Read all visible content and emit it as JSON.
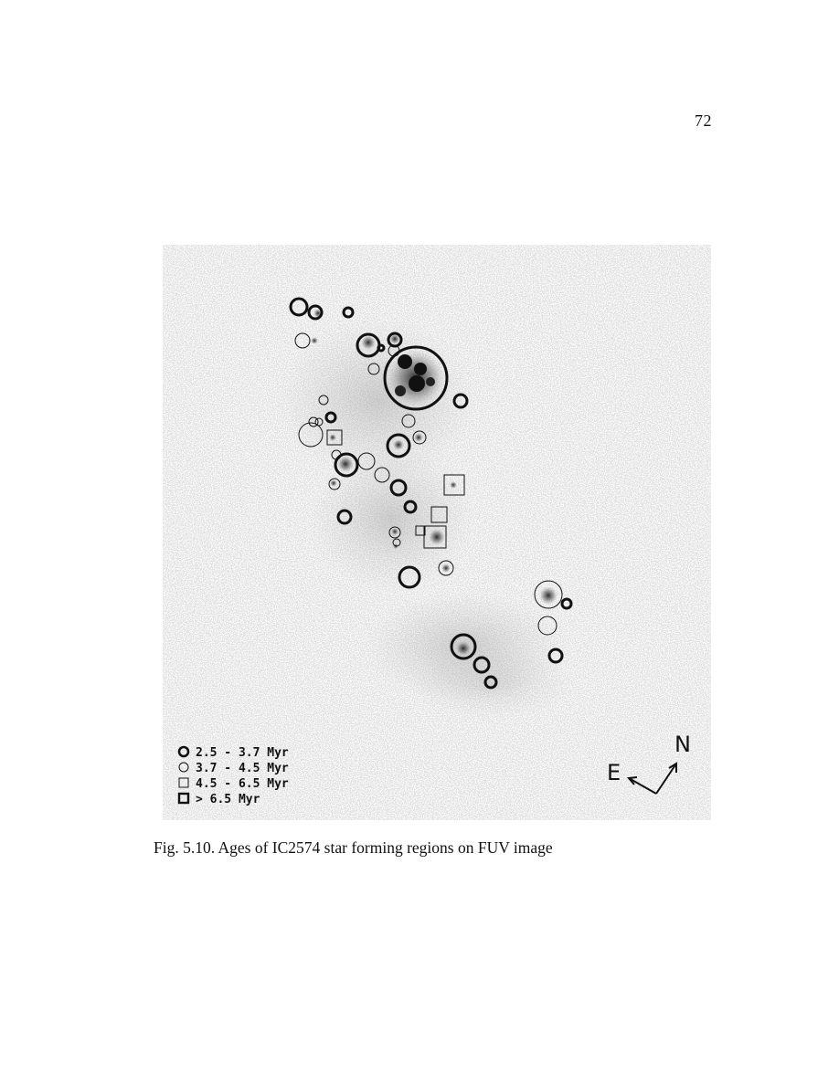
{
  "page_number": "72",
  "caption": "Fig. 5.10. Ages of IC2574 star forming regions on FUV image",
  "legend": [
    {
      "symbol": "thick-circle",
      "label": "2.5 - 3.7 Myr"
    },
    {
      "symbol": "thin-circle",
      "label": "3.7 - 4.5 Myr"
    },
    {
      "symbol": "thin-square",
      "label": "4.5 - 6.5 Myr"
    },
    {
      "symbol": "thick-square",
      "label": "> 6.5 Myr"
    }
  ],
  "compass": {
    "north": "N",
    "east": "E"
  },
  "colors": {
    "ink": "#111111",
    "background": "#ffffff"
  }
}
